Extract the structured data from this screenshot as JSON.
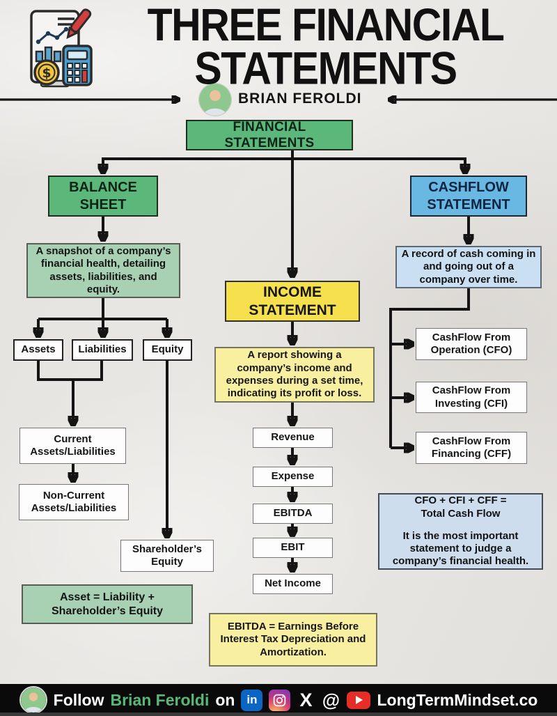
{
  "header": {
    "title_line1": "THREE FINANCIAL",
    "title_line2": "STATEMENTS",
    "author": "BRIAN FEROLDI"
  },
  "root_label": "FINANCIAL STATEMENTS",
  "balance_sheet": {
    "title": "BALANCE SHEET",
    "description": "A snapshot of a company’s financial health, detailing assets, liabilities, and equity.",
    "components": [
      "Assets",
      "Liabilities",
      "Equity"
    ],
    "current": "Current Assets/Liabilities",
    "non_current": "Non-Current Assets/Liabilities",
    "shareholders_equity": "Shareholder’s Equity",
    "formula": "Asset = Liability + Shareholder’s Equity"
  },
  "income_statement": {
    "title": "INCOME STATEMENT",
    "description": "A report showing a company’s income and expenses during a set time, indicating its profit or loss.",
    "flow": [
      "Revenue",
      "Expense",
      "EBITDA",
      "EBIT",
      "Net Income"
    ],
    "definition": "EBITDA = Earnings Before Interest Tax Depreciation and Amortization."
  },
  "cashflow_statement": {
    "title": "CASHFLOW STATEMENT",
    "description": "A record of cash coming in and going out of a company over time.",
    "components": [
      "CashFlow From Operation (CFO)",
      "CashFlow From Investing (CFI)",
      "CashFlow From Financing (CFF)"
    ],
    "summary_formula": "CFO + CFI + CFF = Total Cash Flow",
    "summary_note": "It is the most important statement to judge a company’s financial health."
  },
  "footer": {
    "follow": "Follow",
    "author": "Brian Feroldi",
    "on": "on",
    "site": "LongTermMindset.co",
    "social": {
      "linkedin": "in",
      "x": "X",
      "threads": "@"
    },
    "icon_names": [
      "linkedin-icon",
      "instagram-icon",
      "x-icon",
      "threads-icon",
      "youtube-icon"
    ]
  },
  "colors": {
    "green": "#5cb87a",
    "light_green": "#a8d1b4",
    "yellow": "#f7e04e",
    "light_yellow": "#f9efa1",
    "blue": "#68b8e3",
    "light_blue": "#cae0f2",
    "footer_accent": "#57b878",
    "background": "#e9e7e3",
    "ink": "#141414"
  }
}
